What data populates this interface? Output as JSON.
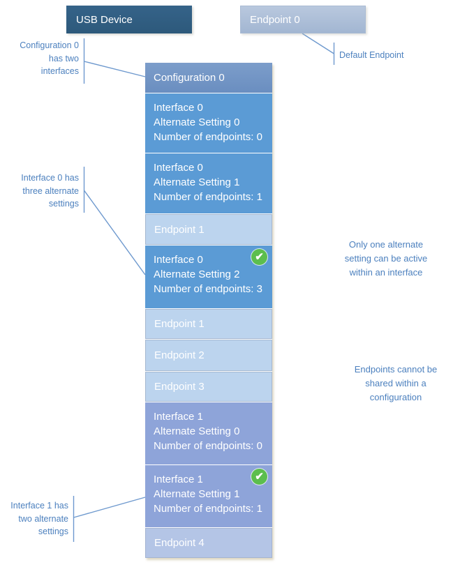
{
  "nodes": {
    "usb_device": "USB Device",
    "endpoint0": "Endpoint 0"
  },
  "stack": [
    {
      "label": "Configuration 0"
    },
    {
      "lines": [
        "Interface 0",
        "Alternate Setting 0",
        "Number of endpoints: 0"
      ],
      "checked": false
    },
    {
      "lines": [
        "Interface 0",
        "Alternate Setting 1",
        "Number of endpoints: 1"
      ],
      "checked": false
    },
    {
      "label": "Endpoint 1"
    },
    {
      "lines": [
        "Interface 0",
        "Alternate Setting 2",
        "Number of endpoints: 3"
      ],
      "checked": true
    },
    {
      "label": "Endpoint 1"
    },
    {
      "label": "Endpoint 2"
    },
    {
      "label": "Endpoint 3"
    },
    {
      "lines": [
        "Interface 1",
        "Alternate Setting 0",
        "Number of endpoints: 0"
      ],
      "checked": false
    },
    {
      "lines": [
        "Interface 1",
        "Alternate Setting 1",
        "Number of endpoints: 1"
      ],
      "checked": true
    },
    {
      "label": "Endpoint 4"
    }
  ],
  "annotations": {
    "config0_left": {
      "lines": [
        "Configuration 0",
        "has two",
        "interfaces"
      ]
    },
    "interface0_left": {
      "lines": [
        "Interface 0 has",
        "three alternate",
        "settings"
      ]
    },
    "interface1_left": {
      "lines": [
        "Interface 1 has",
        "two alternate",
        "settings"
      ]
    },
    "default_endpoint": {
      "text": "Default Endpoint"
    },
    "alternate_note": {
      "lines": [
        "Only one alternate",
        "setting can be active",
        "within an interface"
      ]
    },
    "endpoints_note": {
      "lines": [
        "Endpoints cannot be",
        "shared within a",
        "configuration"
      ]
    }
  },
  "icons": {
    "checkmark": "✔"
  },
  "palette": {
    "usb_box_top": "#356389",
    "usb_box_bottom": "#2d597b",
    "endpoint0_top": "#b9c8de",
    "endpoint0_bottom": "#a2b6d2",
    "configuration_top": "#7c9dca",
    "configuration_bottom": "#6a8ec0",
    "interface0_fill": "#5b9bd5",
    "endpoint_fill": "#bcd4ee",
    "interface1_fill": "#8ea4d9",
    "endpoint4_fill": "#b4c5e6",
    "annotation_text": "#4c80be",
    "connector_line": "#6e99ce",
    "active_check_green": "#5cbe4e"
  }
}
